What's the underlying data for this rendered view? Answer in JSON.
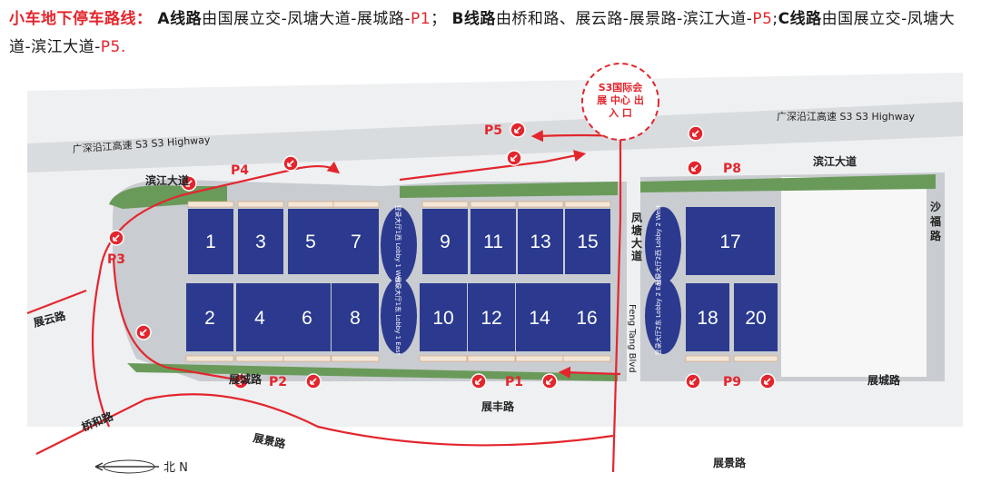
{
  "header": {
    "title": "小车地下停车路线：",
    "line_a_label": "A线路",
    "line_a_text": "由国展立交-凤塘大道-展城路-",
    "line_a_parking": "P1",
    "sep1": "；",
    "line_b_label": "B线路",
    "line_b_text": "由桥和路、展云路-展景路-滨江大道-",
    "line_b_parking": "P5",
    "sep2": ";",
    "line_c_label": "C线路",
    "line_c_text": "由国展立交-凤塘大道-滨江大道-",
    "line_c_parking": "P5.",
    "colors": {
      "title": "#e3262d",
      "parking": "#e3262d",
      "hall": "#2b3a8f",
      "route": "#e3262d"
    }
  },
  "map": {
    "highway_left": "广深沿江高速 S3  S3 Highway",
    "highway_right": "广深沿江高速 S3  S3 Highway",
    "roads": {
      "binjiang_left": "滨江大道",
      "binjiang_right": "滨江大道",
      "zhanyun": "展云路",
      "qiaohe": "桥和路",
      "zhancheng_left": "展城路",
      "zhancheng_right": "展城路",
      "zhanfeng": "展丰路",
      "zhanjing_left": "展景路",
      "zhanjing_right": "展景路",
      "shafu": [
        "沙",
        "福",
        "路"
      ],
      "fengtang_cn": [
        "凤",
        "塘",
        "大",
        "道"
      ],
      "fengtang_en": "Feng Tang Blvd"
    },
    "exit_sign": {
      "line1": "S3国际会",
      "line2": "展 中心 出",
      "line3": "入       口"
    },
    "halls_top": [
      "1",
      "3",
      "5",
      "7",
      "9",
      "11",
      "13",
      "15",
      "17"
    ],
    "halls_bottom": [
      "2",
      "4",
      "6",
      "8",
      "10",
      "12",
      "14",
      "16",
      "18",
      "20"
    ],
    "lobbies": {
      "l1w": "登录大厅1西 Lobby 1 West",
      "l1e": "登录大厅1东 Lobby 1 East",
      "l2w": "登录大厅2西 Lobby 2 West",
      "l2e": "登录大厅2东 Lobby 2 East"
    },
    "parking": {
      "p1": "P1",
      "p2": "P2",
      "p3": "P3",
      "p4": "P4",
      "p5": "P5",
      "p8": "P8",
      "p9": "P9"
    },
    "compass": "北 N",
    "icons": [
      "parking-arrow-icon",
      "compass-icon"
    ]
  }
}
